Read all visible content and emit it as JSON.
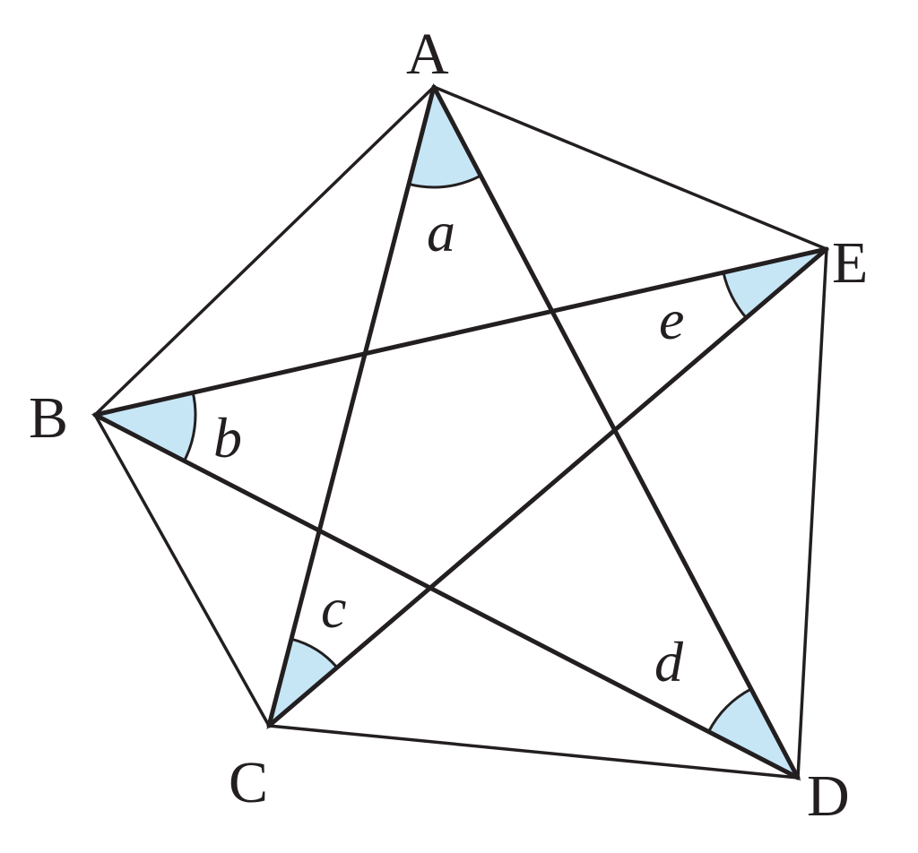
{
  "title": "Pentagon ABCDE with inscribed star and marked angles a, b, c, d, e",
  "vertices": {
    "A": "A",
    "B": "B",
    "C": "C",
    "D": "D",
    "E": "E"
  },
  "angles": {
    "a": "a",
    "b": "b",
    "c": "c",
    "d": "d",
    "e": "e"
  },
  "colors": {
    "line": "#231f20",
    "angle_fill": "#c6e6f6"
  }
}
